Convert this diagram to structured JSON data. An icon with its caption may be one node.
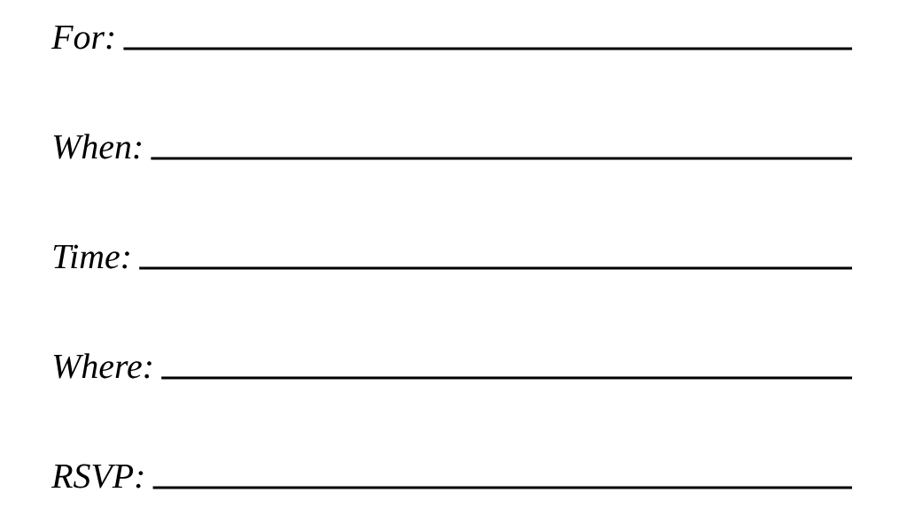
{
  "diagram": {
    "labels": [
      "For:",
      "When:",
      "Time:",
      "Where:",
      "RSVP:"
    ]
  }
}
